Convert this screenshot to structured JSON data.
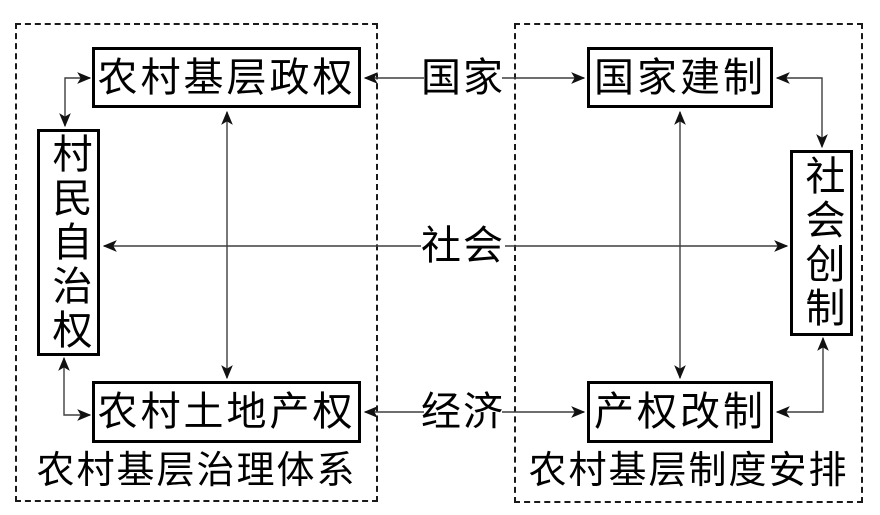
{
  "diagram": {
    "background": "#ffffff",
    "border_color": "#000000",
    "line_color": "#3f3f3f",
    "left_group": {
      "caption": "农村基层治理体系",
      "boxes": {
        "regime": "农村基层政权",
        "villager_autonomy": "村民自治权",
        "land_property": "农村土地产权"
      }
    },
    "right_group": {
      "caption": "农村基层制度安排",
      "boxes": {
        "state_institution": "国家建制",
        "social_creation": "社会创制",
        "property_reform": "产权改制"
      }
    },
    "middle_labels": {
      "state": "国家",
      "society": "社会",
      "economy": "经济"
    },
    "edges": [
      {
        "from": "国家",
        "to": "农村基层政权",
        "type": "arrow"
      },
      {
        "from": "国家",
        "to": "国家建制",
        "type": "arrow"
      },
      {
        "from": "社会",
        "to": "村民自治权",
        "type": "arrow"
      },
      {
        "from": "社会",
        "to": "社会创制",
        "type": "arrow"
      },
      {
        "from": "经济",
        "to": "农村土地产权",
        "type": "arrow"
      },
      {
        "from": "经济",
        "to": "产权改制",
        "type": "arrow"
      },
      {
        "from": "农村基层政权",
        "to": "村民自治权",
        "type": "double-arrow"
      },
      {
        "from": "农村基层政权",
        "to": "农村土地产权",
        "type": "double-arrow"
      },
      {
        "from": "村民自治权",
        "to": "农村土地产权",
        "type": "double-arrow"
      },
      {
        "from": "国家建制",
        "to": "社会创制",
        "type": "double-arrow"
      },
      {
        "from": "国家建制",
        "to": "产权改制",
        "type": "double-arrow"
      },
      {
        "from": "社会创制",
        "to": "产权改制",
        "type": "double-arrow"
      }
    ]
  }
}
